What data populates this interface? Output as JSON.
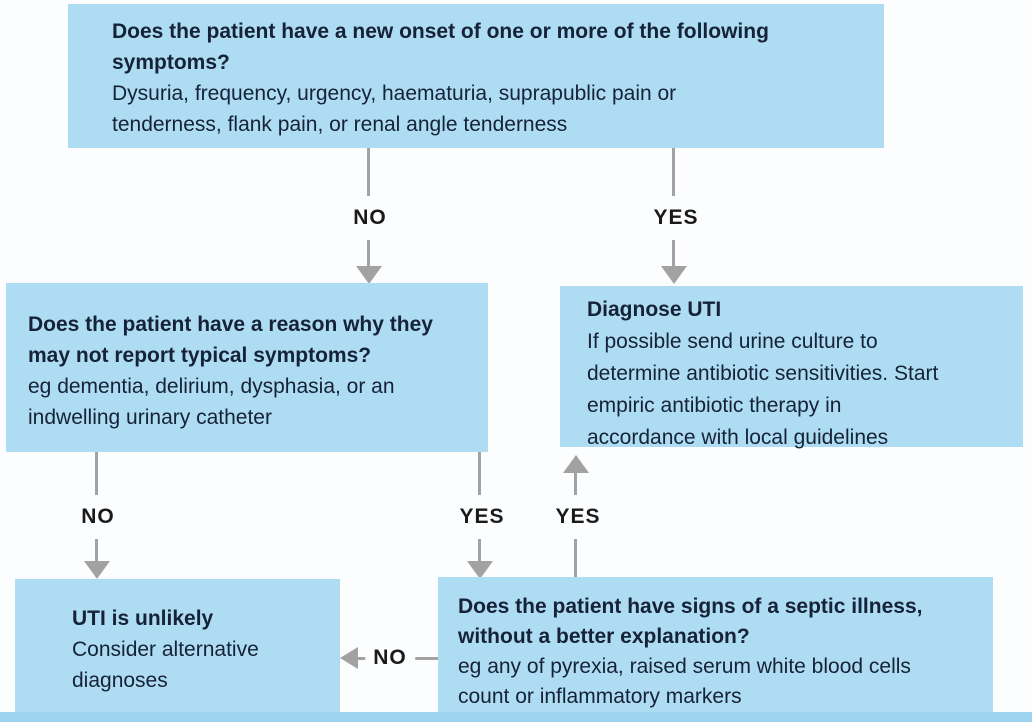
{
  "diagram": {
    "type": "flowchart",
    "topic": "Urinary tract infection (UTI) diagnosis decision pathway",
    "colors": {
      "node_fill": "#aedcf2",
      "band_fill": "#9cd3ee",
      "arrow": "#a2a2a2",
      "node_text": "#152238",
      "label_text": "#1a1a1a",
      "page_bg": "#fbfdfe"
    },
    "nodes": {
      "new_onset": {
        "heading": "Does the patient have a new onset of one or more of the following\nsymptoms?",
        "body": "Dysuria, frequency, urgency, haematuria, suprapublic pain or\ntenderness, flank pain, or renal angle tenderness"
      },
      "atypical": {
        "heading": "Does the patient have a reason why they\nmay not report typical symptoms?",
        "body": "eg dementia, delirium, dysphasia, or an\nindwelling urinary catheter"
      },
      "diagnose": {
        "heading": "Diagnose UTI",
        "body": "If possible send urine culture to\ndetermine antibiotic sensitivities. Start\nempiric antibiotic therapy in\naccordance with local guidelines"
      },
      "unlikely": {
        "heading": "UTI is unlikely",
        "body": "Consider alternative\ndiagnoses"
      },
      "septic": {
        "heading": "Does the patient have signs of a septic illness,\nwithout a better explanation?",
        "body": "eg any of pyrexia, raised serum white blood cells\ncount or inflammatory markers"
      }
    },
    "edges": {
      "new_onset_no": {
        "from": "new_onset",
        "to": "atypical",
        "label": "NO"
      },
      "new_onset_yes": {
        "from": "new_onset",
        "to": "diagnose",
        "label": "YES"
      },
      "atypical_no": {
        "from": "atypical",
        "to": "unlikely",
        "label": "NO"
      },
      "atypical_yes": {
        "from": "atypical",
        "to": "septic",
        "label": "YES"
      },
      "septic_yes": {
        "from": "septic",
        "to": "diagnose",
        "label": "YES"
      },
      "septic_no": {
        "from": "septic",
        "to": "unlikely",
        "label": "NO"
      }
    }
  }
}
